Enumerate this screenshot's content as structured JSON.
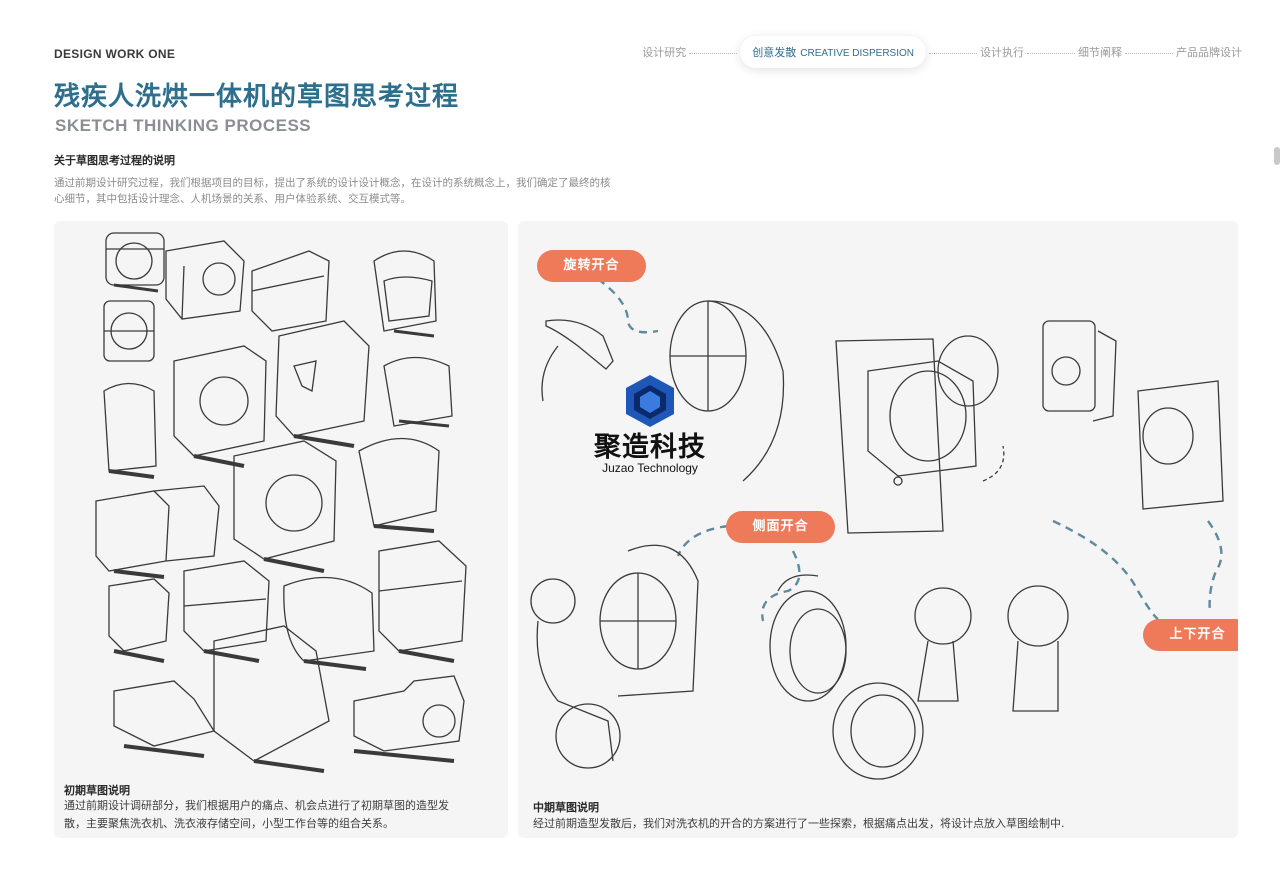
{
  "header": {
    "design_work": "DESIGN WORK ONE",
    "title_cn": "残疾人洗烘一体机的草图思考过程",
    "title_en": "SKETCH THINKING PROCESS"
  },
  "nav": {
    "steps": [
      "设计研究",
      "创意发散",
      "设计执行",
      "细节阐释",
      "产品品牌设计"
    ],
    "active_en": "CREATIVE DISPERSION",
    "active_index": 1
  },
  "about": {
    "title": "关于草图思考过程的说明",
    "text": "通过前期设计研究过程，我们根据项目的目标，提出了系统的设计设计概念，在设计的系统概念上，我们确定了最终的核心细节，其中包括设计理念、人机场景的关系、用户体验系统、交互模式等。"
  },
  "left_panel": {
    "caption_title": "初期草图说明",
    "caption_line1": "通过前期设计调研部分，我们根据用户的痛点、机会点进行了初期草图的造型发",
    "caption_line2": "散，主要聚焦洗衣机、洗衣液存储空间，小型工作台等的组合关系。"
  },
  "right_panel": {
    "caption_title": "中期草图说明",
    "caption_text": "经过前期造型发散后，我们对洗衣机的开合的方案进行了一些探索，根据痛点出发，将设计点放入草图绘制中.",
    "tags": [
      "旋转开合",
      "侧面开合",
      "上下开合"
    ]
  },
  "watermark": {
    "name_cn": "聚造科技",
    "name_en": "Juzao Technology"
  },
  "colors": {
    "accent": "#2e6f8e",
    "tag": "#ef7a5a",
    "dashed_line": "#5f8a9e",
    "panel_bg": "#f5f5f5"
  }
}
